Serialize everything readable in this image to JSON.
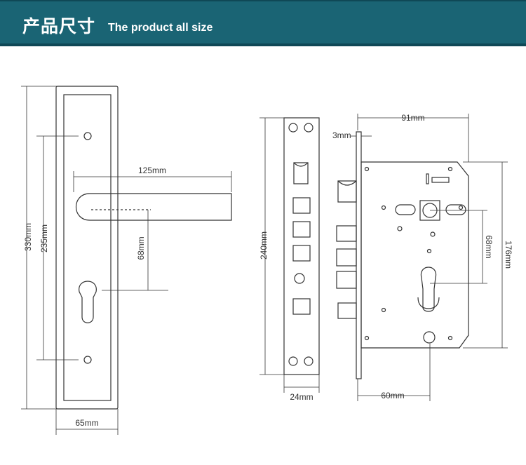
{
  "header": {
    "title_cn": "产品尺寸",
    "title_en": "The product all size"
  },
  "colors": {
    "banner": "#1a6474",
    "banner_border": "#0f4856",
    "line": "#333333"
  },
  "dimensions": {
    "plate_height": "330mm",
    "hole_spacing": "235mm",
    "handle_length": "125mm",
    "handle_to_cylinder": "68mm",
    "plate_width": "65mm",
    "faceplate_height": "240mm",
    "faceplate_width": "24mm",
    "faceplate_thickness": "3mm",
    "case_width": "91mm",
    "backset": "60mm",
    "case_height": "176mm",
    "case_center_distance": "68mm"
  }
}
